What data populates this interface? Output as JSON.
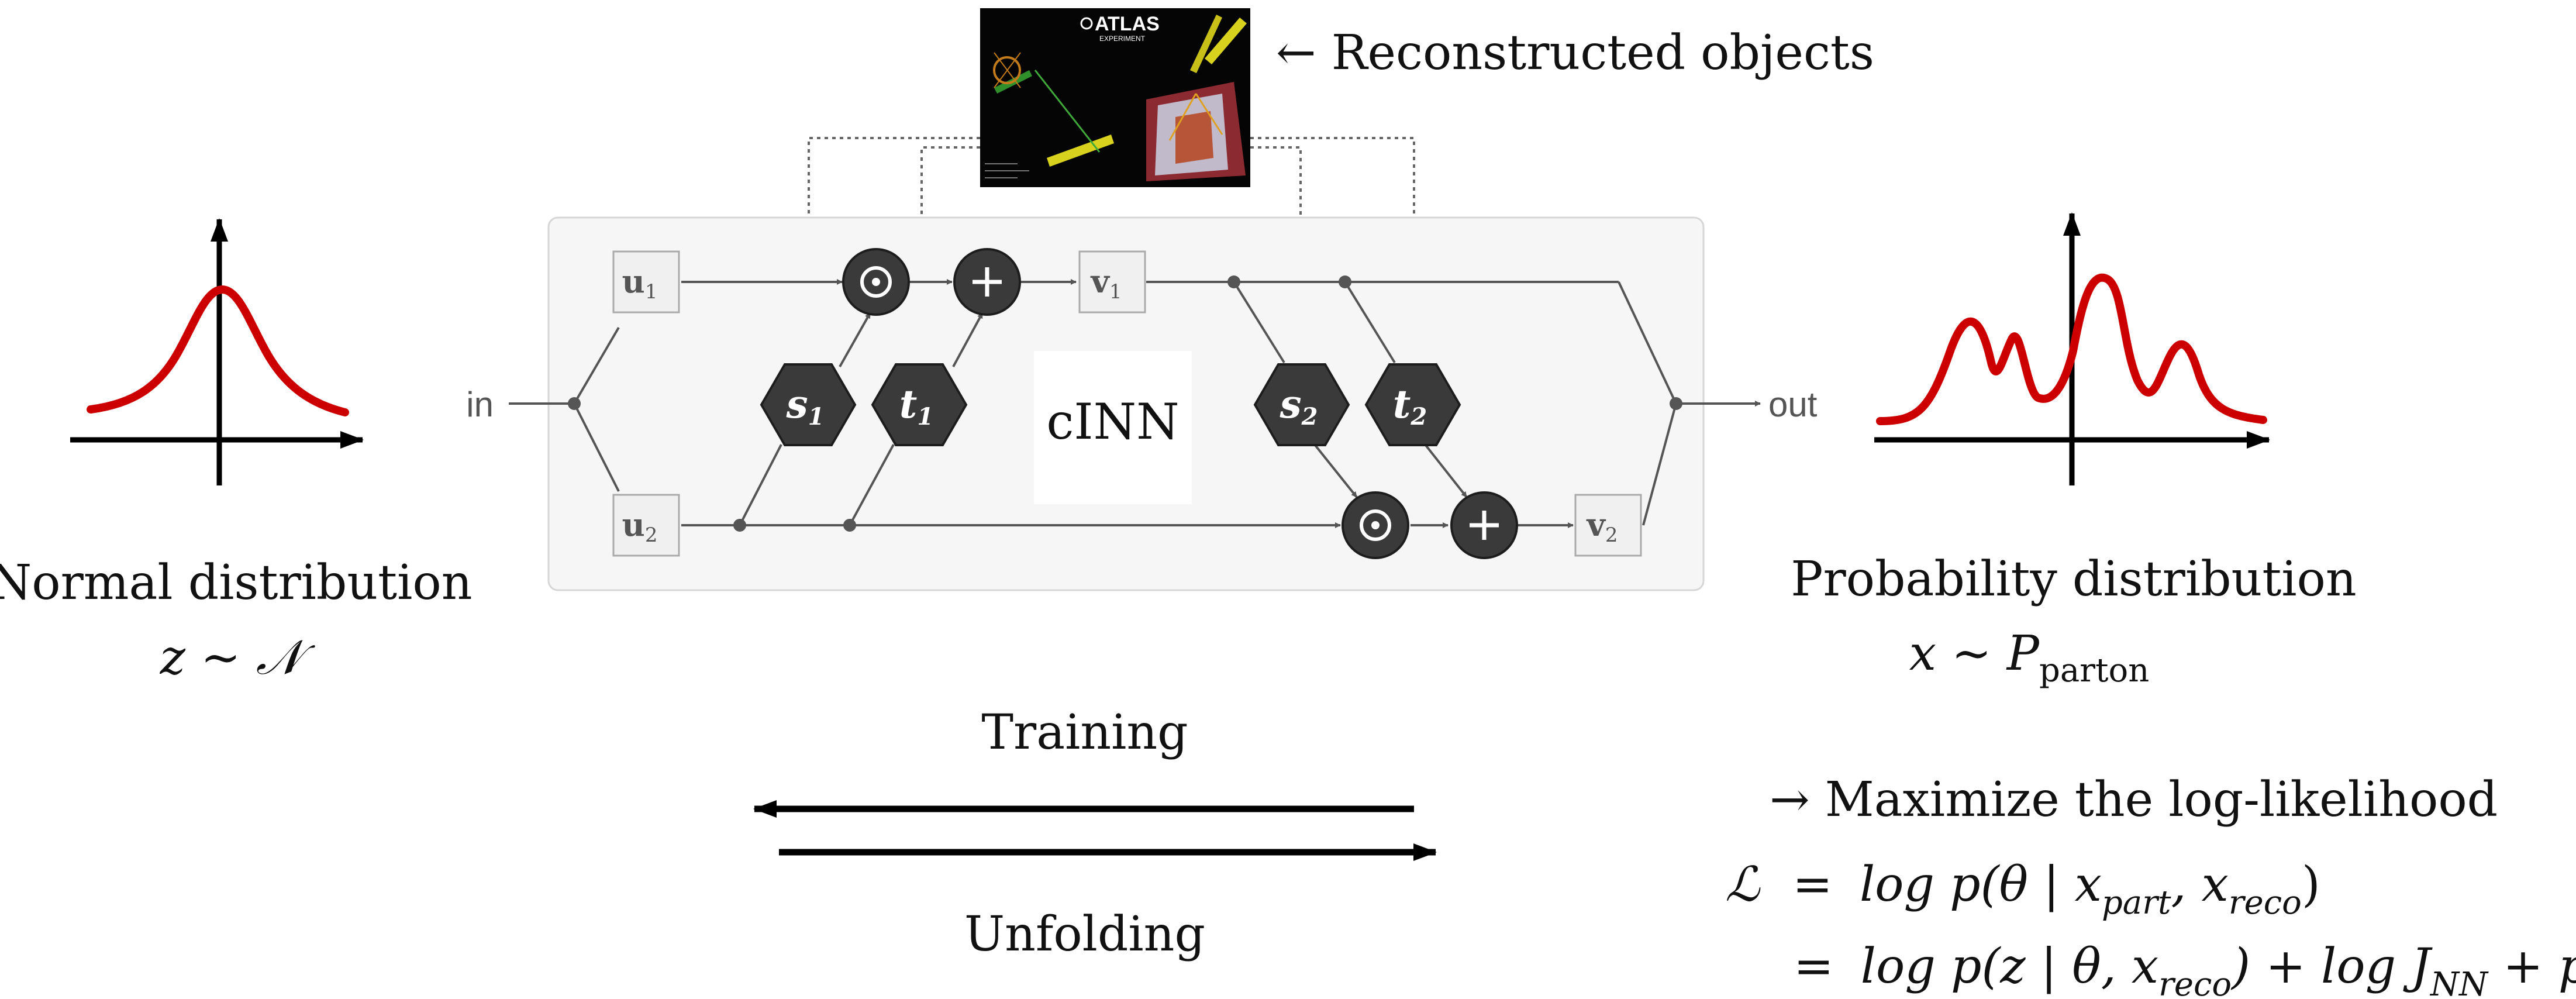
{
  "event_display": {
    "logo": "ATLAS",
    "logo_sub": "EXPERIMENT",
    "arrow_label": "← Reconstructed objects"
  },
  "network": {
    "input_label": "in",
    "output_label": "out",
    "center_label": "cINN",
    "nodes": {
      "u1": "u",
      "u1_sub": "1",
      "u2": "u",
      "u2_sub": "2",
      "v1": "v",
      "v1_sub": "1",
      "v2": "v",
      "v2_sub": "2",
      "s1": "s",
      "s1_sub": "1",
      "t1": "t",
      "t1_sub": "1",
      "s2": "s",
      "s2_sub": "2",
      "t2": "t",
      "t2_sub": "2"
    },
    "ops": {
      "multiply": "⊙",
      "add": "+"
    }
  },
  "left_panel": {
    "title": "Normal distribution",
    "formula": "z ∼ 𝒩"
  },
  "right_panel": {
    "title": "Probability distribution",
    "formula_main": "x ∼ P",
    "formula_sub": "parton"
  },
  "arrows": {
    "training": "Training",
    "unfolding": "Unfolding"
  },
  "objective": {
    "heading": "→ Maximize the log-likelihood",
    "line1": {
      "lhs": "ℒ",
      "eq": "=",
      "rhs_a": "log p(θ | x",
      "sub1": "part",
      "rhs_b": ", x",
      "sub2": "reco",
      "rhs_c": ")"
    },
    "line2": {
      "eq": "=",
      "a": "log p(z | θ, x",
      "sub1": "reco",
      "b": ") + log J",
      "sub2": "NN",
      "c": " + p(θ)"
    }
  },
  "colors": {
    "curve": "#cc0000",
    "node_dark": "#3a3a3a",
    "box_fill": "#f6f6f6",
    "box_border": "#d6d6d6",
    "line": "#555555"
  }
}
